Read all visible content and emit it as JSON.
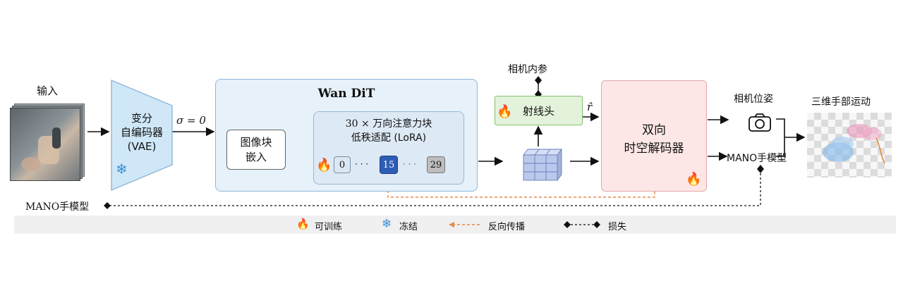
{
  "input": {
    "label": "输入"
  },
  "vae": {
    "line1": "变分",
    "line2": "自编码器",
    "line3": "(VAE)"
  },
  "sigma": {
    "label": "σ = 0"
  },
  "dit": {
    "title": "Wan DiT",
    "patch_line1": "图像块",
    "patch_line2": "嵌入",
    "attn_line1": "30 × 万向注意力块",
    "attn_line2": "低秩适配 (LoRA)",
    "blocks": [
      "0",
      "· · ·",
      "15",
      "· · ·",
      "29"
    ]
  },
  "camera_intrinsics": {
    "label": "相机内参"
  },
  "ray_head": {
    "label": "射线头"
  },
  "r_hat": {
    "label": "r̂"
  },
  "decoder": {
    "line1": "双向",
    "line2": "时空解码器"
  },
  "outputs": {
    "camera_pose": "相机位姿",
    "mano": "MANO手模型",
    "hand_motion": "三维手部运动"
  },
  "mano_loss": {
    "label": "MANO手模型"
  },
  "legend": {
    "trainable": "可训练",
    "frozen": "冻结",
    "backprop": "反向传播",
    "loss": "损失"
  },
  "colors": {
    "dit_fill": "#e6f1fa",
    "dit_border": "#8fb7da",
    "ray_fill": "#e3f3db",
    "ray_border": "#7fbf6a",
    "decoder_fill": "#fde6e6",
    "decoder_border": "#e3a6a6",
    "vae_fill": "#cfe7f7",
    "highlight_block": "#2d5db5",
    "backprop": "#e8894a",
    "legend_bg": "#f0f0f0"
  }
}
